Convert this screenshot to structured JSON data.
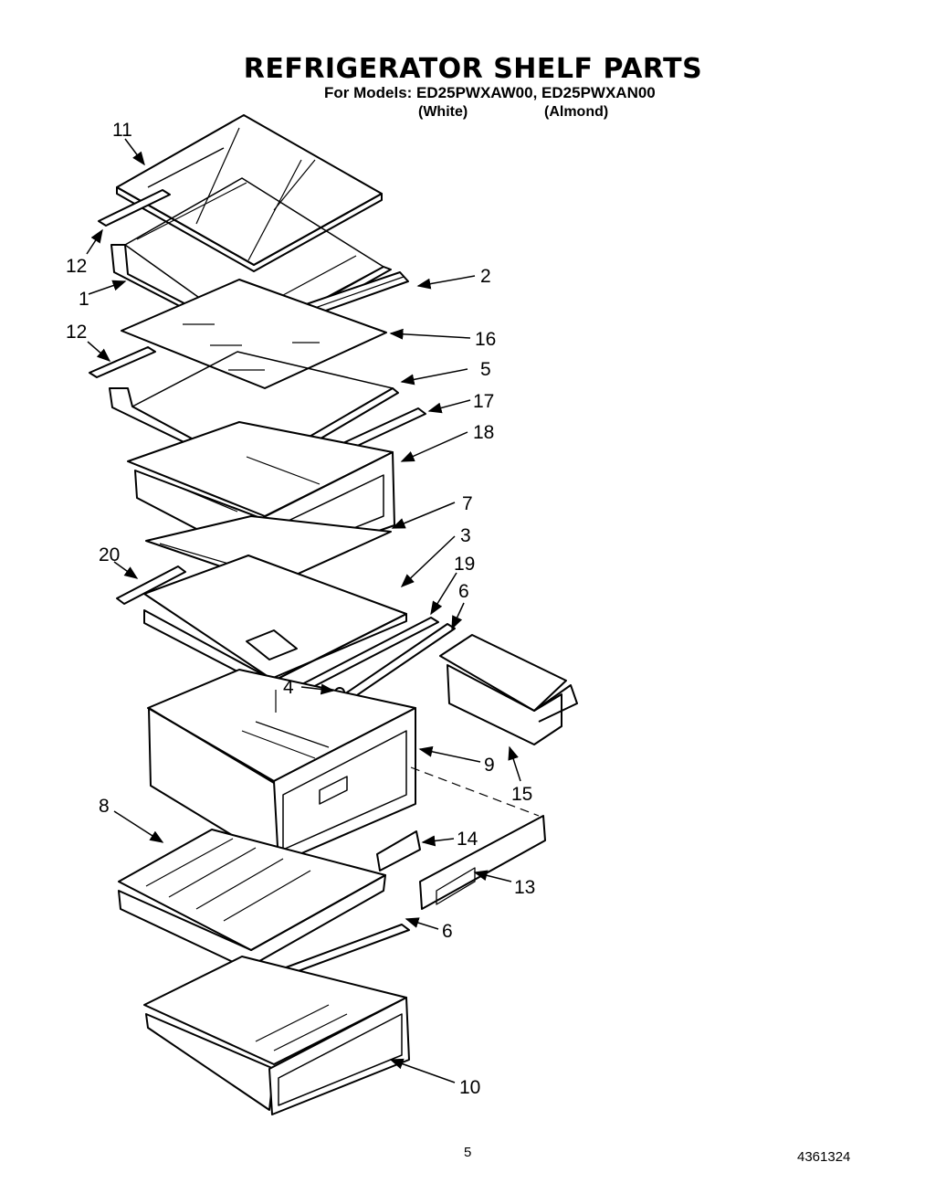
{
  "title": "REFRIGERATOR SHELF PARTS",
  "subtitle": "For Models: ED25PWXAW00, ED25PWXAN00",
  "model_colors": [
    "(White)",
    "(Almond)"
  ],
  "page_number": "5",
  "document_number": "4361324",
  "callouts": [
    "11",
    "12",
    "1",
    "12",
    "2",
    "16",
    "5",
    "17",
    "18",
    "7",
    "3",
    "20",
    "19",
    "6",
    "4",
    "9",
    "15",
    "8",
    "14",
    "13",
    "6",
    "10"
  ]
}
